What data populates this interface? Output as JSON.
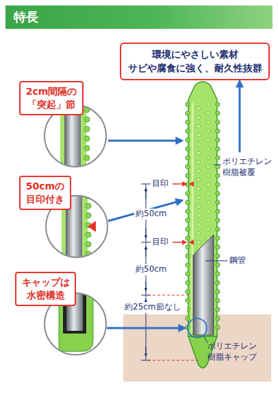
{
  "diagram": {
    "title": "特長",
    "nodes": [
      {
        "text": [
          "環境にやさしい素材 サビや腐食に強く、耐久性抜群"
        ]
      },
      {
        "text": [
          "2cm間隔の 「突起」節"
        ]
      },
      {
        "text": [
          "50cmの 目印付き"
        ]
      },
      {
        "text": [
          "キャップは 水密構造"
        ]
      }
    ],
    "labels": [
      "ポリエチレン 樹脂被覆",
      "目印",
      "約50cm",
      "目印",
      "約50cm",
      "鋼管",
      "約25cm節なし",
      "ポリエチレン 樹脂キャップ"
    ]
  }
}
